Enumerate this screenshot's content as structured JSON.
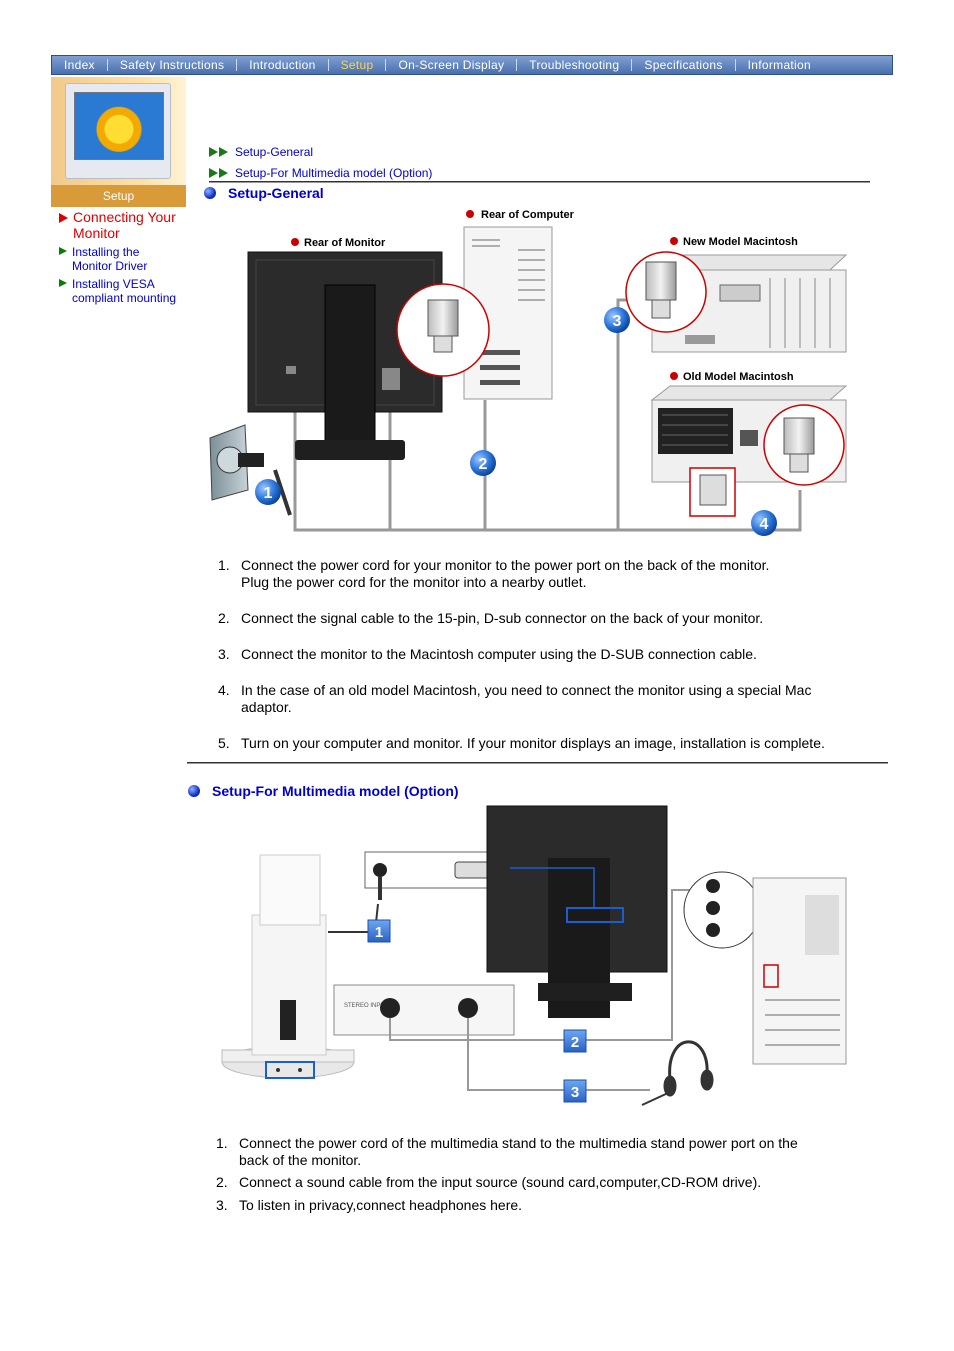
{
  "nav": {
    "items": [
      "Index",
      "Safety Instructions",
      "Introduction",
      "Setup",
      "On-Screen Display",
      "Troubleshooting",
      "Specifications",
      "Information"
    ],
    "active_index": 3,
    "active_color": "#ffd24a"
  },
  "sidebar": {
    "banner_label": "Setup",
    "links": [
      {
        "label": "Connecting Your Monitor",
        "lines": [
          "Connecting Your",
          "Monitor"
        ],
        "current": true
      },
      {
        "label": "Installing the Monitor Driver",
        "lines": [
          "Installing the",
          "Monitor Driver"
        ],
        "current": false
      },
      {
        "label": "Installing VESA compliant mounting",
        "lines": [
          "Installing VESA",
          "compliant mounting"
        ],
        "current": false
      }
    ]
  },
  "anchors": [
    "Setup-General",
    "Setup-For Multimedia model (Option)"
  ],
  "general": {
    "title": "Setup-General",
    "diagram_labels": {
      "rear_monitor": "Rear of Monitor",
      "rear_computer": "Rear of Computer",
      "new_mac": "New Model Macintosh",
      "old_mac": "Old Model Macintosh"
    },
    "callouts": [
      "1",
      "2",
      "3",
      "4"
    ],
    "steps": [
      {
        "num": "1.",
        "lines": [
          "Connect the power cord for your monitor to the power port on the back of the monitor.",
          "Plug the power cord for the monitor into a nearby outlet."
        ]
      },
      {
        "num": "2.",
        "lines": [
          "Connect the signal cable to the 15-pin, D-sub connector on the back of your monitor."
        ]
      },
      {
        "num": "3.",
        "lines": [
          "Connect the monitor to the Macintosh computer using the D-SUB connection cable."
        ]
      },
      {
        "num": "4.",
        "lines": [
          "In the case of an old model Macintosh, you need to connect the monitor using a special Mac",
          "adaptor."
        ]
      },
      {
        "num": "5.",
        "lines": [
          "Turn on your computer and monitor. If your monitor displays an image, installation is complete."
        ]
      }
    ]
  },
  "multimedia": {
    "title": "Setup-For Multimedia model (Option)",
    "diagram_labels": {
      "stereo_input": "STEREO INPUT"
    },
    "callouts": [
      "1",
      "2",
      "3"
    ],
    "steps": [
      {
        "num": "1.",
        "lines": [
          "Connect the power cord of the multimedia stand to the multimedia stand power port on the",
          "back of the monitor."
        ]
      },
      {
        "num": "2.",
        "lines": [
          "Connect a sound cable from the input source (sound card,computer,CD-ROM drive)."
        ]
      },
      {
        "num": "3.",
        "lines": [
          "To listen in privacy,connect headphones here."
        ]
      }
    ]
  },
  "colors": {
    "link": "#0000cc",
    "current_link": "#e00000",
    "callout": "#2a74d8",
    "bullet": "#cc0000"
  }
}
